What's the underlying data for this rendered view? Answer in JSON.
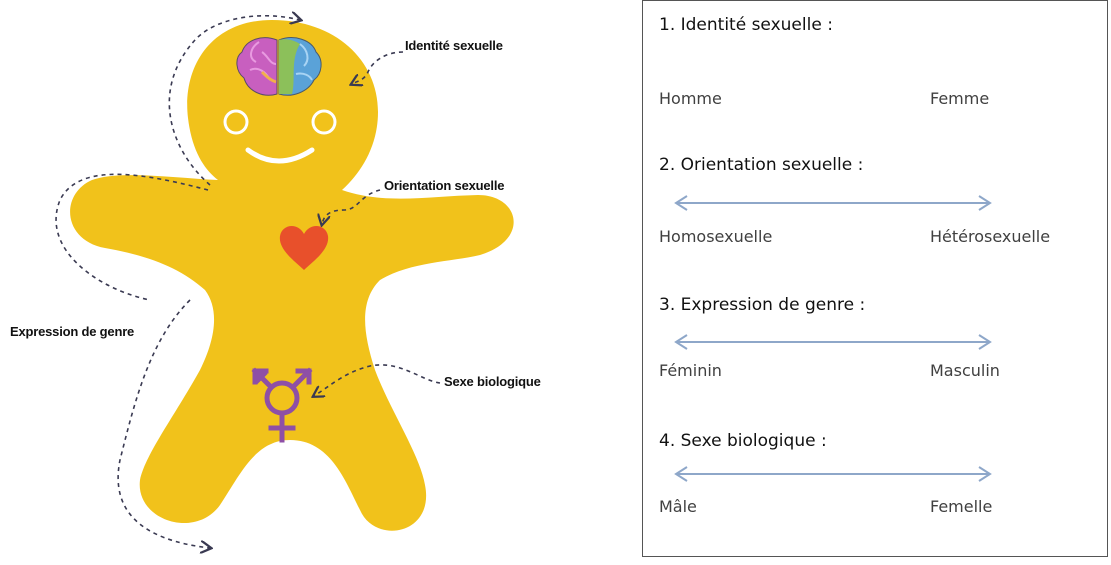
{
  "diagram": {
    "callouts": {
      "identite": "Identité sexuelle",
      "orientation": "Orientation sexuelle",
      "expression": "Expression de genre",
      "sexe": "Sexe biologique"
    },
    "icons": [
      "brain-icon",
      "heart-icon",
      "transgender-symbol-icon"
    ],
    "colors": {
      "body": "#f1c21b",
      "heart": "#e8502b",
      "symbol": "#8e4fa6",
      "arrow": "#8ea7c9"
    }
  },
  "panel": {
    "sections": [
      {
        "heading": "1. Identité sexuelle :",
        "left": "Homme",
        "right": "Femme",
        "has_arrow": false
      },
      {
        "heading": "2. Orientation sexuelle :",
        "left": "Homosexuelle",
        "right": "Hétérosexuelle",
        "has_arrow": true
      },
      {
        "heading": "3. Expression de genre :",
        "left": "Féminin",
        "right": "Masculin",
        "has_arrow": true
      },
      {
        "heading": "4. Sexe biologique :",
        "left": "Mâle",
        "right": "Femelle",
        "has_arrow": true
      }
    ]
  }
}
